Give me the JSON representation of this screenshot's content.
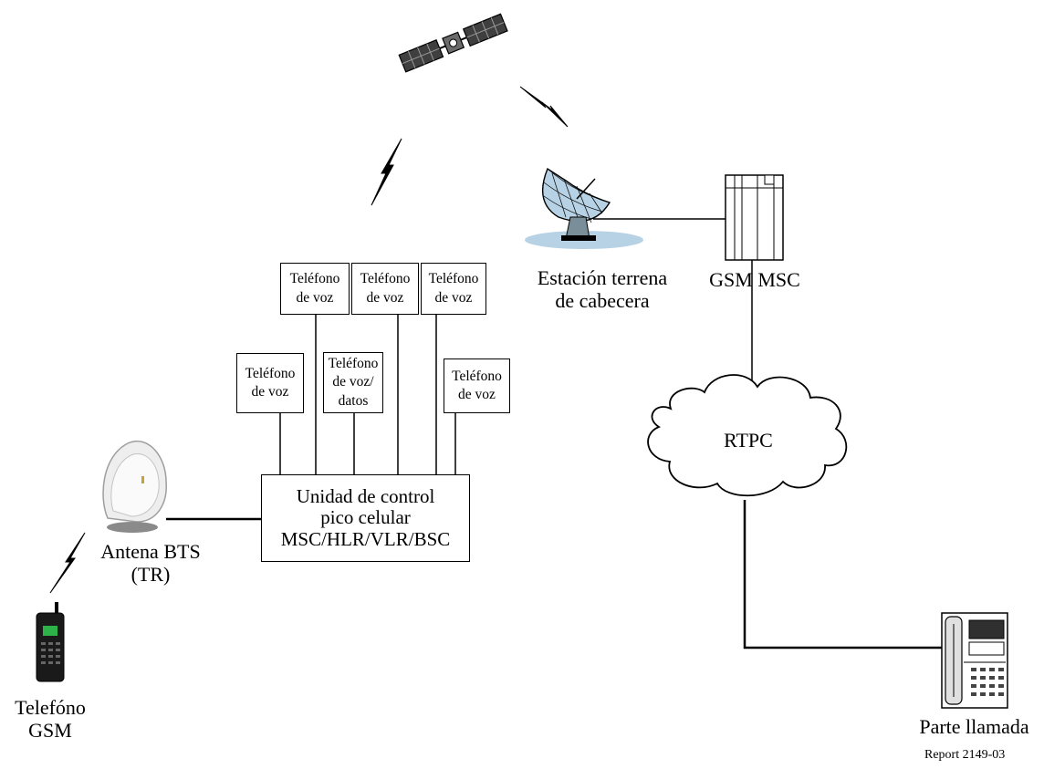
{
  "satellite": {
    "icon": "satellite-icon"
  },
  "earth_station": {
    "label_line1": "Estación terrena",
    "label_line2": "de cabecera",
    "icon": "satellite-dish-icon"
  },
  "msc": {
    "label": "GSM MSC",
    "icon": "switch-cabinet-icon"
  },
  "pstn": {
    "label": "RTPC",
    "icon": "cloud-icon"
  },
  "called_party": {
    "label": "Parte llamada",
    "icon": "desk-phone-icon"
  },
  "control_unit": {
    "line1": "Unidad de control",
    "line2": "pico celular",
    "line3": "MSC/HLR/VLR/BSC"
  },
  "terminals": [
    {
      "line1": "Teléfono",
      "line2": "de voz"
    },
    {
      "line1": "Teléfono",
      "line2": "de voz"
    },
    {
      "line1": "Teléfono",
      "line2": "de voz/",
      "line3": "datos"
    },
    {
      "line1": "Teléfono",
      "line2": "de voz"
    },
    {
      "line1": "Teléfono",
      "line2": "de voz"
    },
    {
      "line1": "Teléfono",
      "line2": "de voz"
    }
  ],
  "bts": {
    "label_line1": "Antena BTS",
    "label_line2": "(TR)",
    "icon": "bts-antenna-icon"
  },
  "handset": {
    "label_line1": "Telefóno",
    "label_line2": "GSM",
    "icon": "mobile-phone-icon"
  },
  "caption": "Report 2149-03",
  "colors": {
    "line": "#000000",
    "dish_fill": "#b7d2e4",
    "screen": "#2db24a"
  }
}
